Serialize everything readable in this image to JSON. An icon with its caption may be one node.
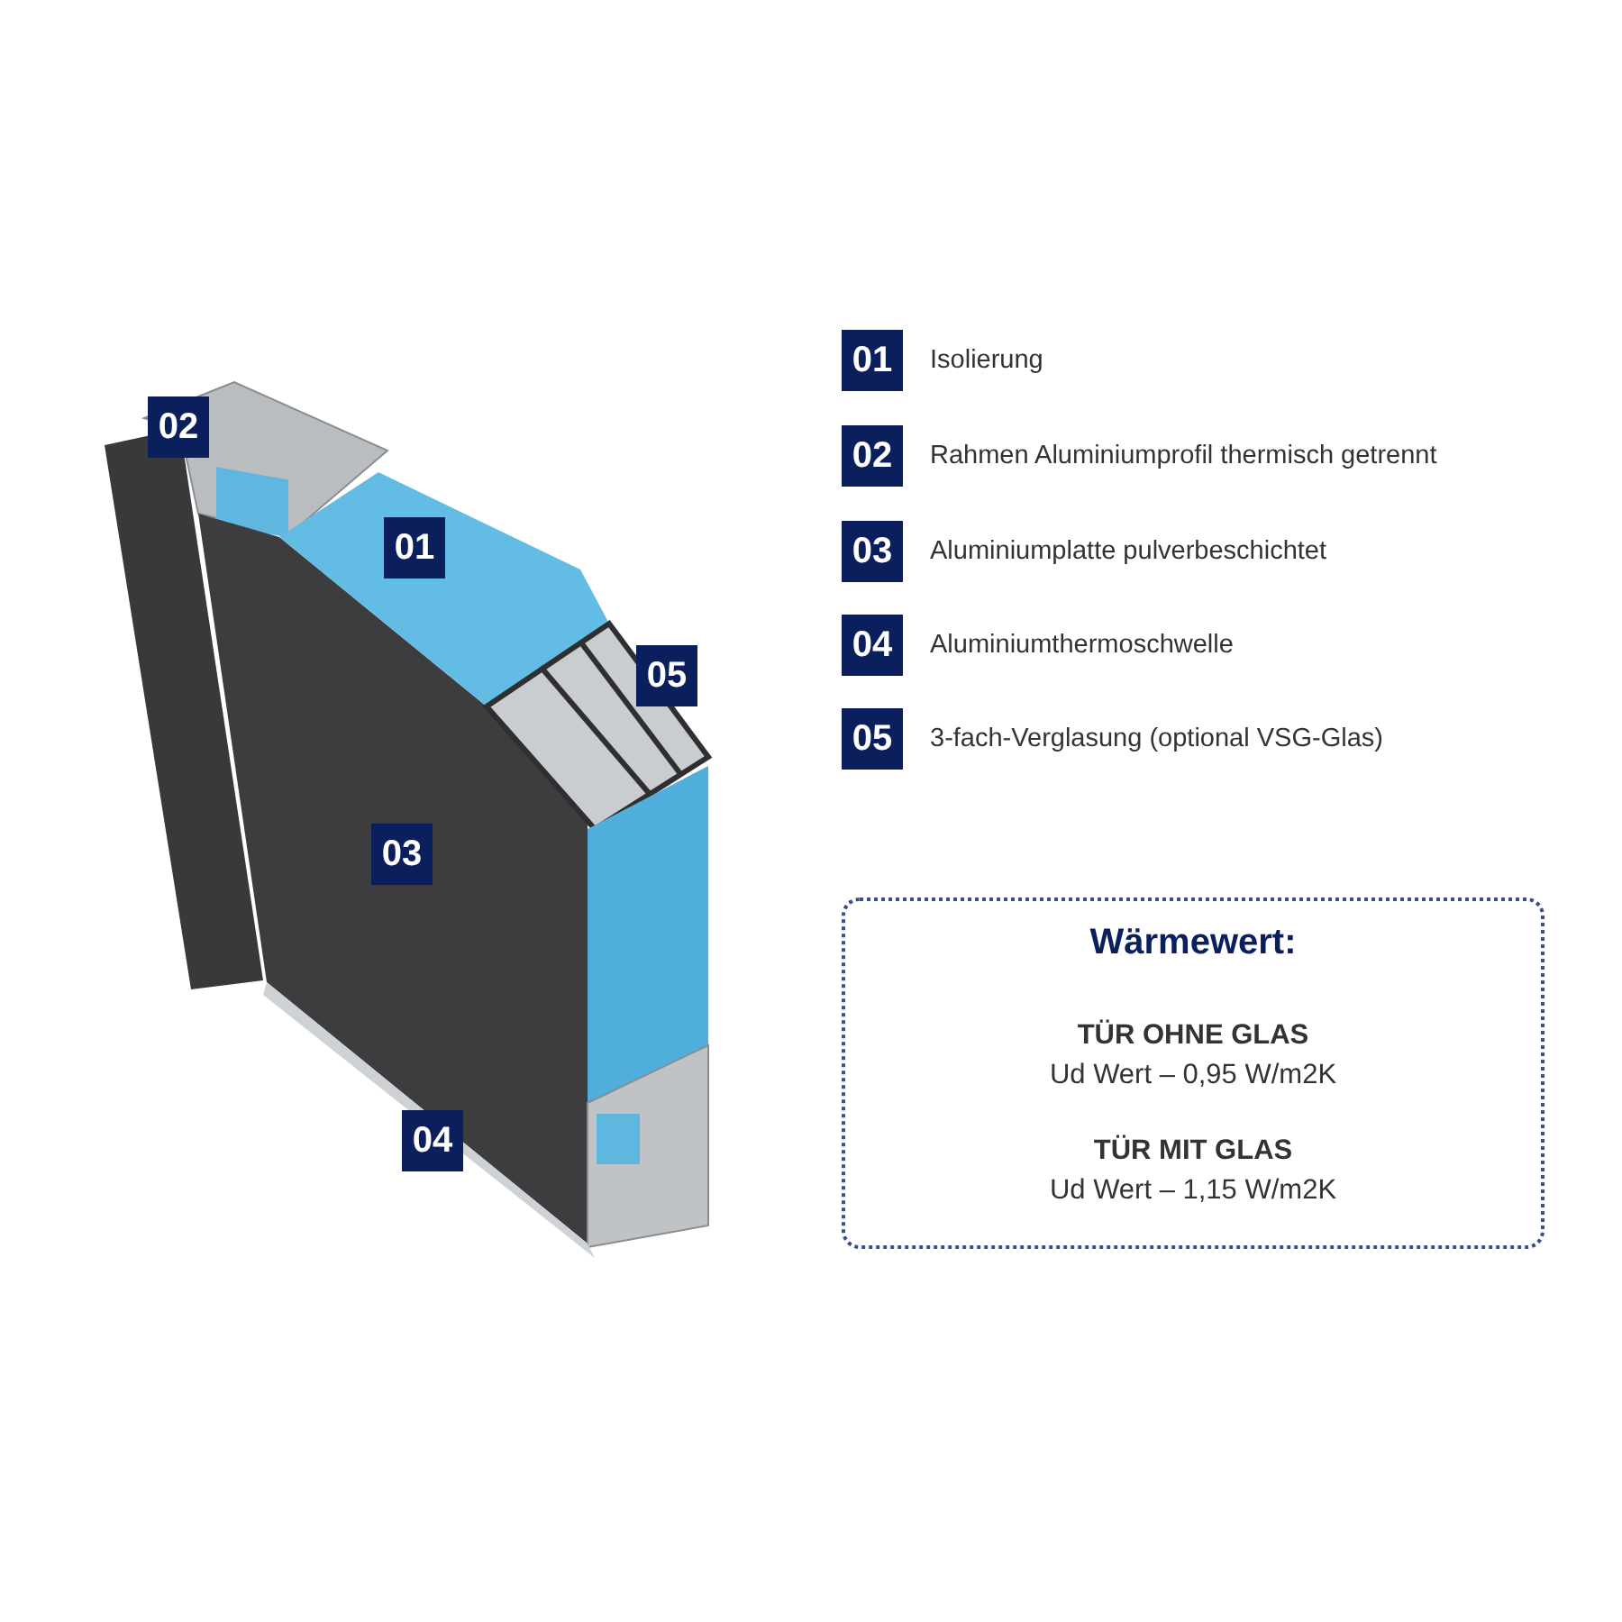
{
  "diagram": {
    "nodes": [
      {
        "text": [
          "Wärmewert:",
          "TÜR OHNE GLAS",
          "Ud Wert – 0,95 W/m2K",
          "TÜR MIT GLAS",
          "Ud Wert – 1,15 W/m2K"
        ]
      }
    ],
    "labels": [
      "02",
      "01",
      "05",
      "03",
      "04",
      "01",
      "Isolierung",
      "02",
      "Rahmen Aluminiumprofil thermisch getrennt",
      "03",
      "Aluminiumplatte pulverbeschichtet",
      "04",
      "Aluminiumthermoschwelle",
      "05",
      "3-fach-Verglasung (optional VSG-Glas)"
    ]
  }
}
